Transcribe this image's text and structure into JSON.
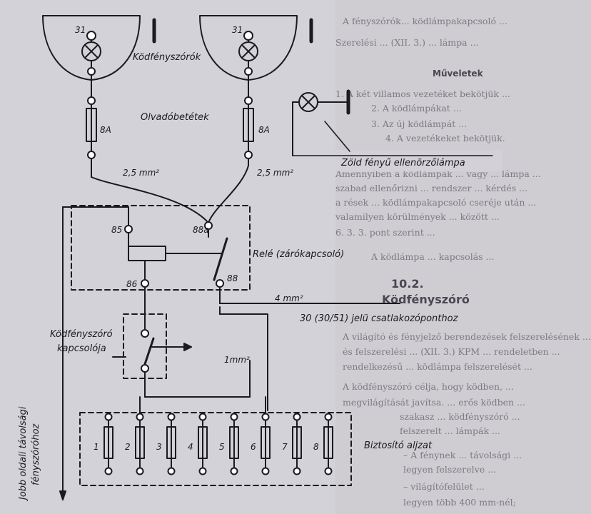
{
  "labels": {
    "fog_lamps": "Ködfényszórók",
    "fuses": "Olvadóbetétek",
    "fuse_rating_left": "8A",
    "fuse_rating_right": "8A",
    "green_lamp": "Zöld fényű ellenörzőlámpa",
    "wire_left": "2,5 mm²",
    "wire_right": "2,5 mm²",
    "relay": "Relé (zárókapcsoló)",
    "wire_4mm": "4 mm²",
    "connection": "30 (30/51) jelü csatlakozóponthoz",
    "switch": [
      "Ködfényszóró",
      "kapcsolója"
    ],
    "wire_1mm": "1mm²",
    "fuse_box": "Biztosító aljzat",
    "side_label": [
      "Jobb oldali távolsági",
      "fényszóróhoz"
    ]
  },
  "terminals": {
    "lamp_left": "31",
    "lamp_right": "31",
    "t85": "85",
    "t88a": "88a",
    "t86": "86",
    "t88": "88"
  },
  "fuse_numbers": [
    "1",
    "2",
    "3",
    "4",
    "5",
    "6",
    "7",
    "8"
  ],
  "background_text": {
    "lines": [
      "A fényszórók... ködlámpakapcsoló ...",
      "Szerelési ... (XII. 3.) ... lámpa ...",
      "Műveletek",
      "1. A két villamos vezetéket bekötjük ...",
      "2. A ködlámpákat ...",
      "3. Az új ködlámpát ...",
      "4. A vezetékeket bekötjük.",
      "Amennyiben a ködlámpák ... vagy ... lámpa ...",
      "szabad ellenőrizni ... rendszer ... kérdés ...",
      "a rések ... ködlámpakapcsoló cseréje után ...",
      "valamilyen körülmények ... között ...",
      "6. 3. 3. pont szerint ... ",
      "A ködlámpa ... kapcsolás ...",
      "Ködfényszóró",
      "A világító és fényjelző berendezések felszerelésének ...",
      "és felszerelési ... (XII. 3.) KPM ... rendeletben ...",
      "rendelkezésű ... ködlámpa felszerelését ...",
      "A ködfényszóró célja, hogy ködben, ...",
      "megvilágítását javítsa. ... erős ködben ...",
      "szakasz ... ködfényszóró ... ",
      "felszerelt ... lámpák ...",
      "– A fénynek ... távolsági ... ",
      "legyen felszerelve ... ",
      "– világítófelület ... ",
      "legyen több 400 mm-nél;"
    ],
    "chapter_number": "10.2.",
    "section_title": "Ködfényszóró"
  }
}
